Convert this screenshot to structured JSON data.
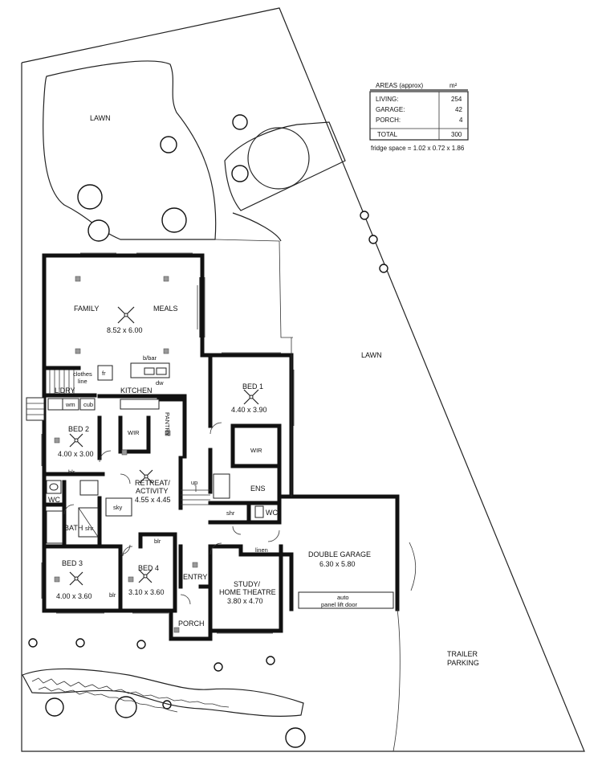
{
  "areas_table": {
    "header": "AREAS (approx)",
    "unit": "m²",
    "rows": [
      {
        "label": "LIVING:",
        "value": "254"
      },
      {
        "label": "GARAGE:",
        "value": "42"
      },
      {
        "label": "PORCH:",
        "value": "4"
      }
    ],
    "total_label": "TOTAL",
    "total_value": "300",
    "fridge_note": "fridge space = 1.02 x 0.72 x 1.86"
  },
  "site": {
    "lawn_top": "LAWN",
    "lawn_right": "LAWN",
    "trailer_line1": "TRAILER",
    "trailer_line2": "PARKING"
  },
  "rooms": {
    "family": "FAMILY",
    "meals": "MEALS",
    "family_dim": "8.52 x 6.00",
    "bbar": "b/bar",
    "fr": "fr",
    "dw": "dw",
    "kitchen": "KITCHEN",
    "clothes_line1": "clothes",
    "clothes_line2": "line",
    "ldry": "L'DRY",
    "wm": "wm",
    "cub": "cub",
    "pantry": "PANTRY",
    "wir_bed2": "WIR",
    "bed2": "BED 2",
    "bed2_dim": "4.00 x 3.00",
    "blr_bed2": "blr",
    "retreat_line1": "RETREAT/",
    "retreat_line2": "ACTIVITY",
    "retreat_dim": "4.55 x 4.45",
    "sky": "sky",
    "up": "up",
    "wc_left": "WC",
    "bath": "BATH",
    "shr_bath": "shr",
    "blr_bed4": "blr",
    "bed3": "BED 3",
    "bed3_dim": "4.00 x 3.60",
    "blr_bed3": "blr",
    "bed4": "BED 4",
    "bed4_dim": "3.10 x 3.60",
    "entry": "ENTRY",
    "porch": "PORCH",
    "bed1": "BED 1",
    "bed1_dim": "4.40 x 3.90",
    "wir_bed1": "WIR",
    "ens": "ENS",
    "shr_ens": "shr",
    "wc_ens": "WC",
    "linen": "linen",
    "study_line1": "STUDY/",
    "study_line2": "HOME THEATRE",
    "study_dim": "3.80 x 4.70",
    "garage": "DOUBLE GARAGE",
    "garage_dim": "6.30 x 5.80",
    "garage_door_line1": "auto",
    "garage_door_line2": "panel lift door"
  }
}
